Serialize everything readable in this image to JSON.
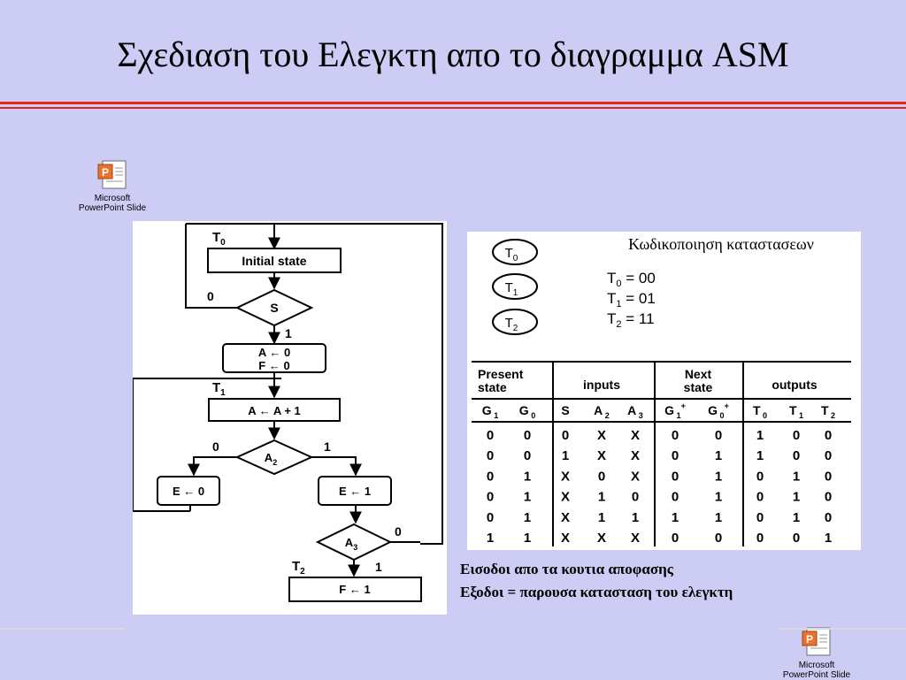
{
  "slide": {
    "title": "Σχεδιαση του Ελεγκτη απο το διαγραμμα ASM",
    "accent_color": "#e8241c",
    "background_color": "#ccccf5"
  },
  "embedded_objects": [
    {
      "line1": "Microsoft",
      "line2": "PowerPoint Slide",
      "icon": "powerpoint-slide-icon"
    },
    {
      "line1": "Microsoft",
      "line2": "PowerPoint Slide",
      "icon": "powerpoint-slide-icon"
    }
  ],
  "flowchart": {
    "states": [
      {
        "name": "T",
        "sub": "0"
      },
      {
        "name": "T",
        "sub": "1"
      },
      {
        "name": "T",
        "sub": "2"
      }
    ],
    "boxes": {
      "initial": "Initial state",
      "clear_a": "A ← 0",
      "clear_f": "F ← 0",
      "inc_a": "A ← A + 1",
      "clear_e": "E ← 0",
      "set_e": "E ← 1",
      "set_f": "F ← 1"
    },
    "decisions": {
      "s": {
        "name": "S",
        "sub": ""
      },
      "a2": {
        "name": "A",
        "sub": "2"
      },
      "a3": {
        "name": "A",
        "sub": "3"
      }
    },
    "branch_labels": {
      "s_zero": "0",
      "s_one": "1",
      "a2_zero": "0",
      "a2_one": "1",
      "a3_zero": "0",
      "a3_one": "1"
    }
  },
  "state_encoding": {
    "heading": "Κωδικοποιηση καταστασεων",
    "nodes": [
      {
        "name": "T",
        "sub": "0",
        "code": "00"
      },
      {
        "name": "T",
        "sub": "1",
        "code": "01"
      },
      {
        "name": "T",
        "sub": "2",
        "code": "11"
      }
    ]
  },
  "state_table": {
    "group_headers": {
      "present_line1": "Present",
      "present_line2": "state",
      "inputs": "inputs",
      "next_line1": "Next",
      "next_line2": "state",
      "outputs": "outputs"
    },
    "columns": [
      {
        "name": "G",
        "sub": "1",
        "sup": ""
      },
      {
        "name": "G",
        "sub": "0",
        "sup": ""
      },
      {
        "name": "S",
        "sub": "",
        "sup": ""
      },
      {
        "name": "A",
        "sub": "2",
        "sup": ""
      },
      {
        "name": "A",
        "sub": "3",
        "sup": ""
      },
      {
        "name": "G",
        "sub": "1",
        "sup": "+"
      },
      {
        "name": "G",
        "sub": "0",
        "sup": "+"
      },
      {
        "name": "T",
        "sub": "0",
        "sup": ""
      },
      {
        "name": "T",
        "sub": "1",
        "sup": ""
      },
      {
        "name": "T",
        "sub": "2",
        "sup": ""
      }
    ],
    "rows": [
      [
        "0",
        "0",
        "0",
        "X",
        "X",
        "0",
        "0",
        "1",
        "0",
        "0"
      ],
      [
        "0",
        "0",
        "1",
        "X",
        "X",
        "0",
        "1",
        "1",
        "0",
        "0"
      ],
      [
        "0",
        "1",
        "X",
        "0",
        "X",
        "0",
        "1",
        "0",
        "1",
        "0"
      ],
      [
        "0",
        "1",
        "X",
        "1",
        "0",
        "0",
        "1",
        "0",
        "1",
        "0"
      ],
      [
        "0",
        "1",
        "X",
        "1",
        "1",
        "1",
        "1",
        "0",
        "1",
        "0"
      ],
      [
        "1",
        "1",
        "X",
        "X",
        "X",
        "0",
        "0",
        "0",
        "0",
        "1"
      ]
    ]
  },
  "notes": [
    "Εισοδοι    απο τα κουτια αποφασης",
    "Εξοδοι = παρουσα κατασταση του ελεγκτη"
  ]
}
